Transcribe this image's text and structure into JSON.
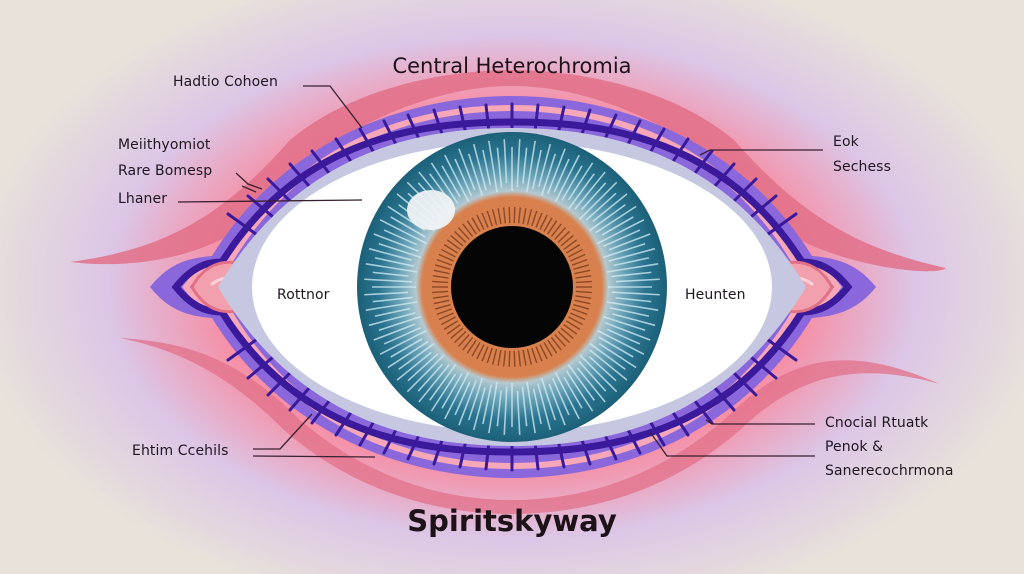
{
  "diagram": {
    "title": "Central Heterochromia",
    "brand": "Spiritskyway",
    "labels": {
      "top_left": [
        "Hadtio Cohoen",
        "Meiithyomiot",
        "Rare Bomesp",
        "Lhaner"
      ],
      "top_right": [
        "Eok",
        "Sechess"
      ],
      "inner_left": "Rottnor",
      "inner_right": "Heunten",
      "bottom_left": [
        "Ehtim Ccehils"
      ],
      "bottom_right": [
        "Cnocial Rtuatk",
        "Penok &",
        "Sanerecochrmona"
      ]
    },
    "colors": {
      "background": "#e8e2da",
      "halo_pink": "#f48aa0",
      "halo_lavender": "#d7c9e8",
      "lid_outer": "#e06a85",
      "lid_pink": "#f5a2b2",
      "lash_purple": "#8a66dc",
      "lash_dark": "#3a1a9a",
      "sclera": "#ffffff",
      "sclera_shadow": "#c5c8e0",
      "iris_outer": "#1f6680",
      "iris_glow": "#9ecbd8",
      "iris_inner": "#d8814e",
      "pupil": "#050505",
      "caruncle": "#f3a0ae"
    }
  }
}
